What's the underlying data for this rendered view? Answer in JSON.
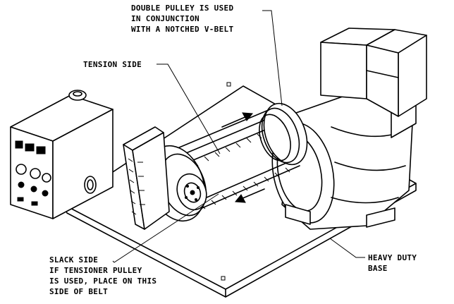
{
  "labels": {
    "double_pulley": [
      "DOUBLE PULLEY IS USED",
      "IN CONJUNCTION",
      "WITH A NOTCHED V-BELT"
    ],
    "tension_side": "TENSION SIDE",
    "slack_side": [
      "SLACK SIDE",
      "IF TENSIONER PULLEY",
      "IS USED, PLACE ON THIS",
      "SIDE OF BELT"
    ],
    "base": [
      "HEAVY DUTY",
      "BASE"
    ]
  },
  "colors": {
    "line": "#000000",
    "background": "#ffffff"
  }
}
